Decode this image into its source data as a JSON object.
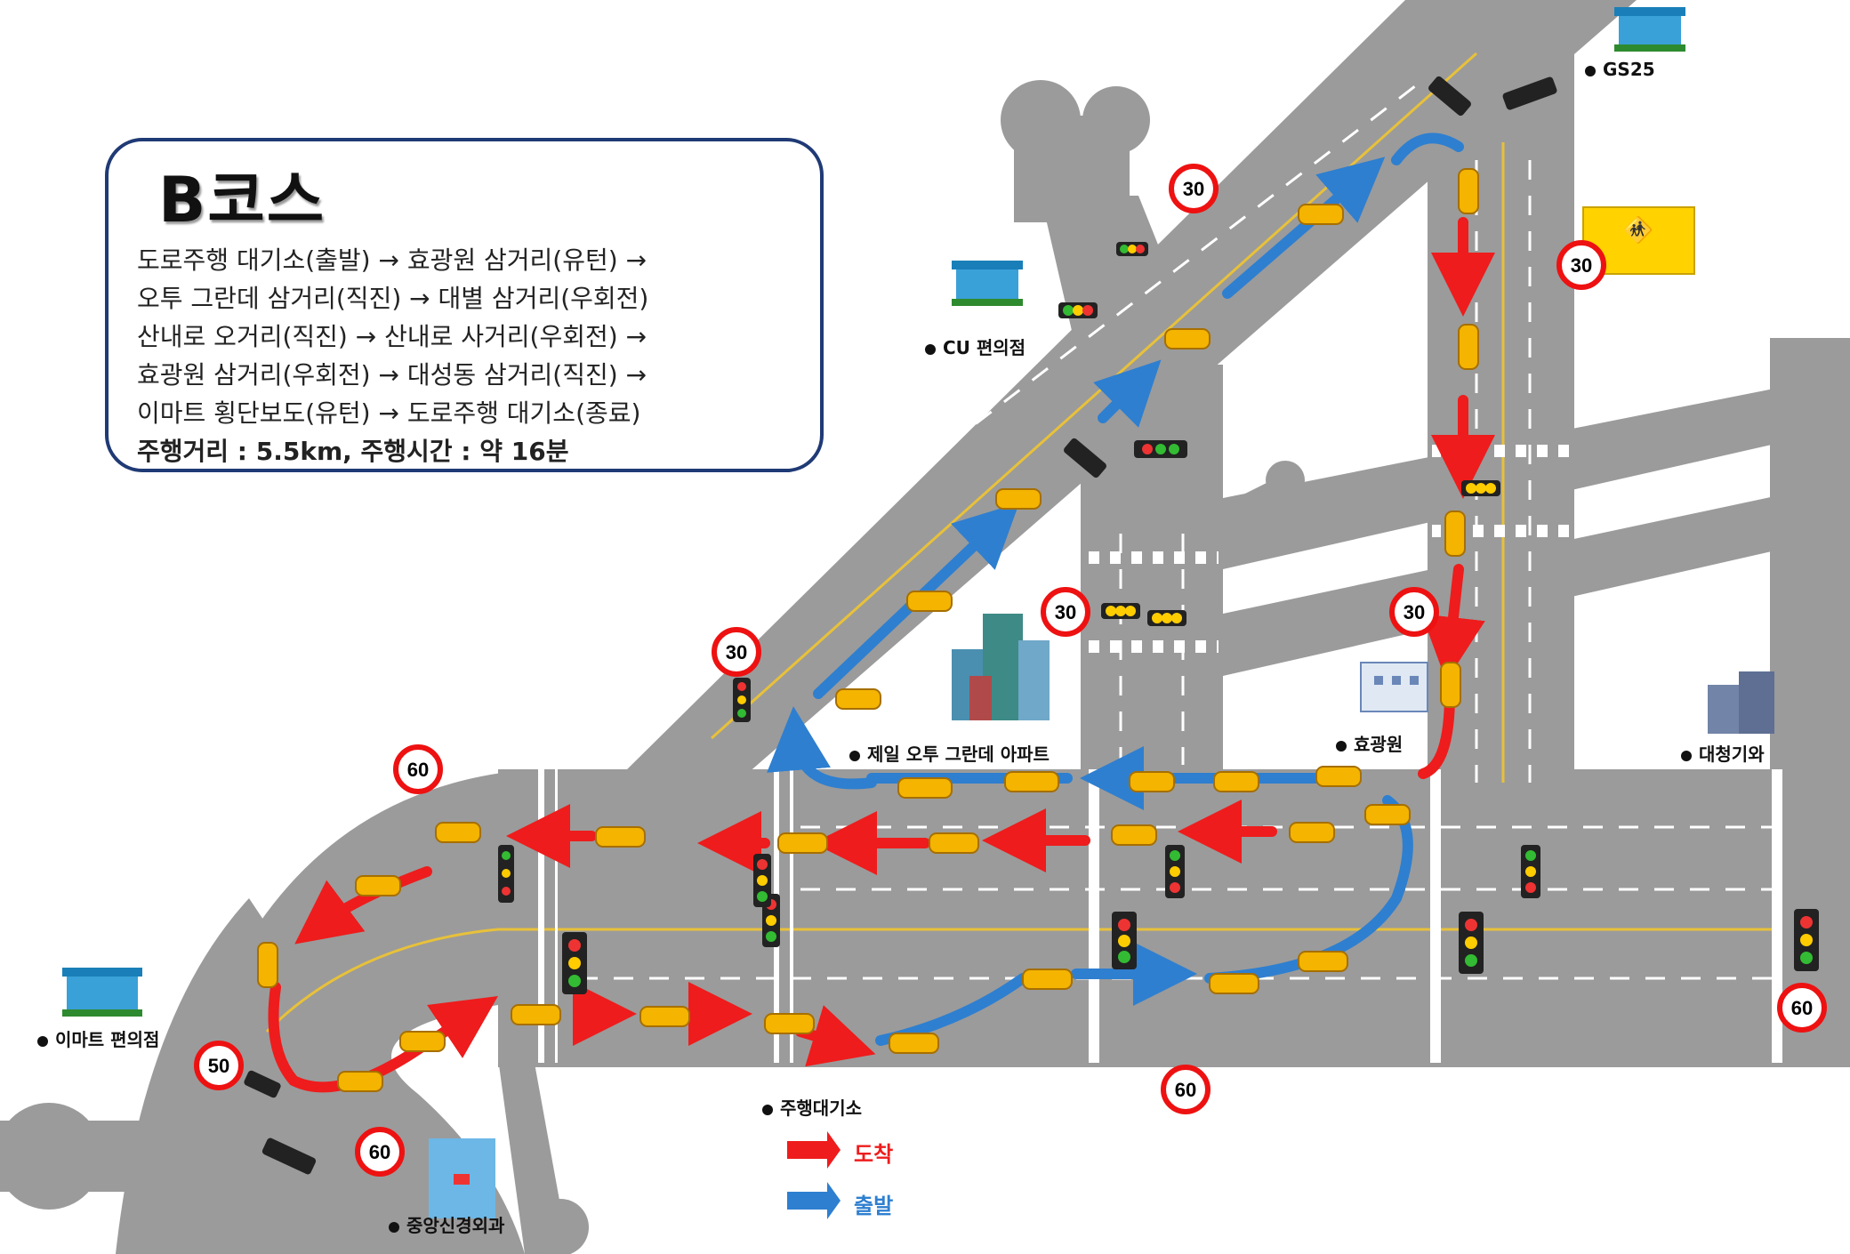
{
  "course": {
    "title": "B코스",
    "route": [
      "도로주행 대기소(출발) → 효광원 삼거리(유턴) →",
      "오투 그란데 삼거리(직진) → 대별 삼거리(우회전)",
      "산내로 오거리(직진) → 산내로 사거리(우회전) →",
      "효광원 삼거리(우회전) → 대성동 삼거리(직진) →",
      "이마트 횡단보도(유턴) → 도로주행 대기소(종료)"
    ],
    "summary": "주행거리 : 5.5km, 주행시간 : 약 16분"
  },
  "places": {
    "gs25": "GS25",
    "cu": "CU 편의점",
    "apartment": "제일 오투 그란데 아파트",
    "hyogwangwon": "효광원",
    "daecheong": "대청기와",
    "emart": "이마트 편의점",
    "waiting_area": "주행대기소",
    "hospital": "중앙신경외과"
  },
  "speed_limits": {
    "top_center": "30",
    "right_school": "30",
    "mid_building": "30",
    "mid_right": "30",
    "left_diag": "30",
    "left_curve": "60",
    "emart_50": "50",
    "bottom_left_60": "60",
    "bottom_center_60": "60",
    "right_60": "60"
  },
  "legend": {
    "arrival": "도착",
    "departure": "출발"
  },
  "colors": {
    "road": "#9b9b9b",
    "arrival_arrow": "#ee1c1c",
    "departure_arrow": "#2e7fd0",
    "box_border": "#1f3a75",
    "lane_yellow": "#e8c13a"
  }
}
